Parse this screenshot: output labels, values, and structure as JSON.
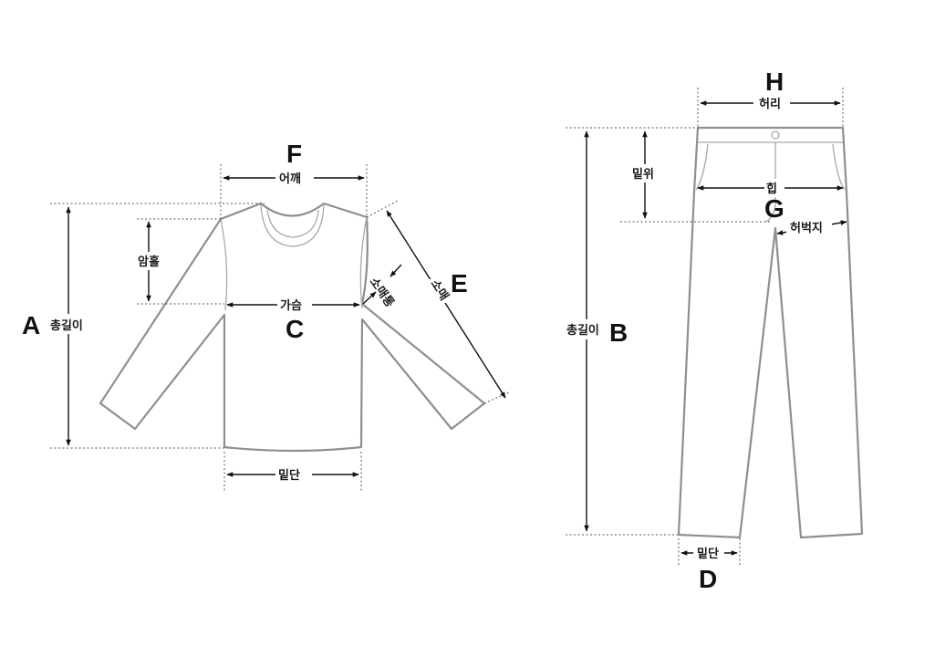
{
  "top": {
    "labels": {
      "shoulder": "어깨",
      "armhole": "암홀",
      "chest": "가슴",
      "total_length": "총길이",
      "hem": "밑단",
      "sleeve_opening": "소매통",
      "sleeve": "소매"
    },
    "letters": {
      "A": "A",
      "C": "C",
      "E": "E",
      "F": "F"
    }
  },
  "pants": {
    "labels": {
      "waist": "허리",
      "rise": "밑위",
      "hip": "힙",
      "thigh": "허벅지",
      "total_length": "총길이",
      "hem": "밑단"
    },
    "letters": {
      "B": "B",
      "D": "D",
      "G": "G",
      "H": "H"
    }
  },
  "colors": {
    "outline": "#8f8f8f",
    "dimension": "#111111",
    "text": "#1a1a1a"
  }
}
